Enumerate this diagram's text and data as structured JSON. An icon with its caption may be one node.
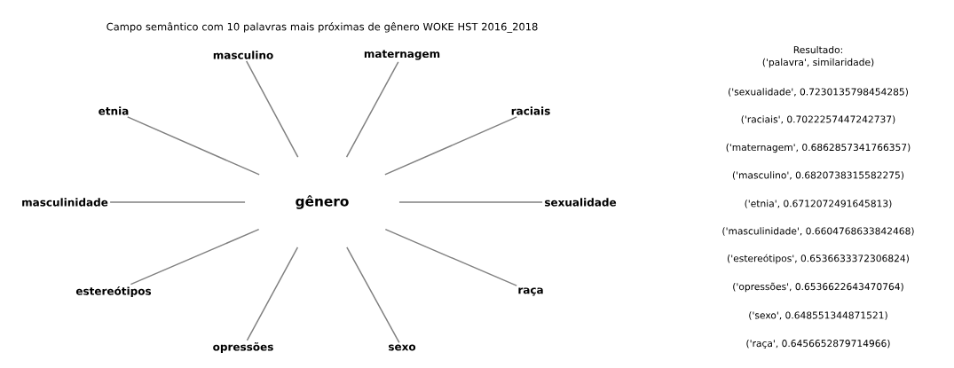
{
  "diagram": {
    "title": "Campo semântico com 10 palavras mais próximas de gênero WOKE HST 2016_2018",
    "nodes": [
      {
        "text": [
          "masculino"
        ]
      },
      {
        "text": [
          "maternagem"
        ]
      },
      {
        "text": [
          "etnia"
        ]
      },
      {
        "text": [
          "raciais"
        ]
      },
      {
        "text": [
          "masculinidade"
        ]
      },
      {
        "text": [
          "gênero"
        ]
      },
      {
        "text": [
          "sexualidade"
        ]
      },
      {
        "text": [
          "estereótipos"
        ]
      },
      {
        "text": [
          "raça"
        ]
      },
      {
        "text": [
          "opressões"
        ]
      },
      {
        "text": [
          "sexo"
        ]
      }
    ],
    "edges": [
      {
        "from": 5,
        "to": 0,
        "arrow": "none"
      },
      {
        "from": 5,
        "to": 1,
        "arrow": "none"
      },
      {
        "from": 5,
        "to": 2,
        "arrow": "none"
      },
      {
        "from": 5,
        "to": 3,
        "arrow": "none"
      },
      {
        "from": 5,
        "to": 4,
        "arrow": "none"
      },
      {
        "from": 5,
        "to": 6,
        "arrow": "none"
      },
      {
        "from": 5,
        "to": 7,
        "arrow": "none"
      },
      {
        "from": 5,
        "to": 8,
        "arrow": "none"
      },
      {
        "from": 5,
        "to": 9,
        "arrow": "none"
      },
      {
        "from": 5,
        "to": 10,
        "arrow": "none"
      }
    ],
    "labels": [
      "Resultado:",
      "('palavra', similaridade)",
      "('sexualidade', 0.7230135798454285)",
      "('raciais', 0.7022257447242737)",
      "('maternagem', 0.6862857341766357)",
      "('masculino', 0.6820738315582275)",
      "('etnia', 0.6712072491645813)",
      "('masculinidade', 0.6604768633842468)",
      "('estereótipos', 0.6536633372306824)",
      "('opressões', 0.6536622643470764)",
      "('sexo', 0.648551344871521)",
      "('raça', 0.6456652879714966)"
    ]
  }
}
